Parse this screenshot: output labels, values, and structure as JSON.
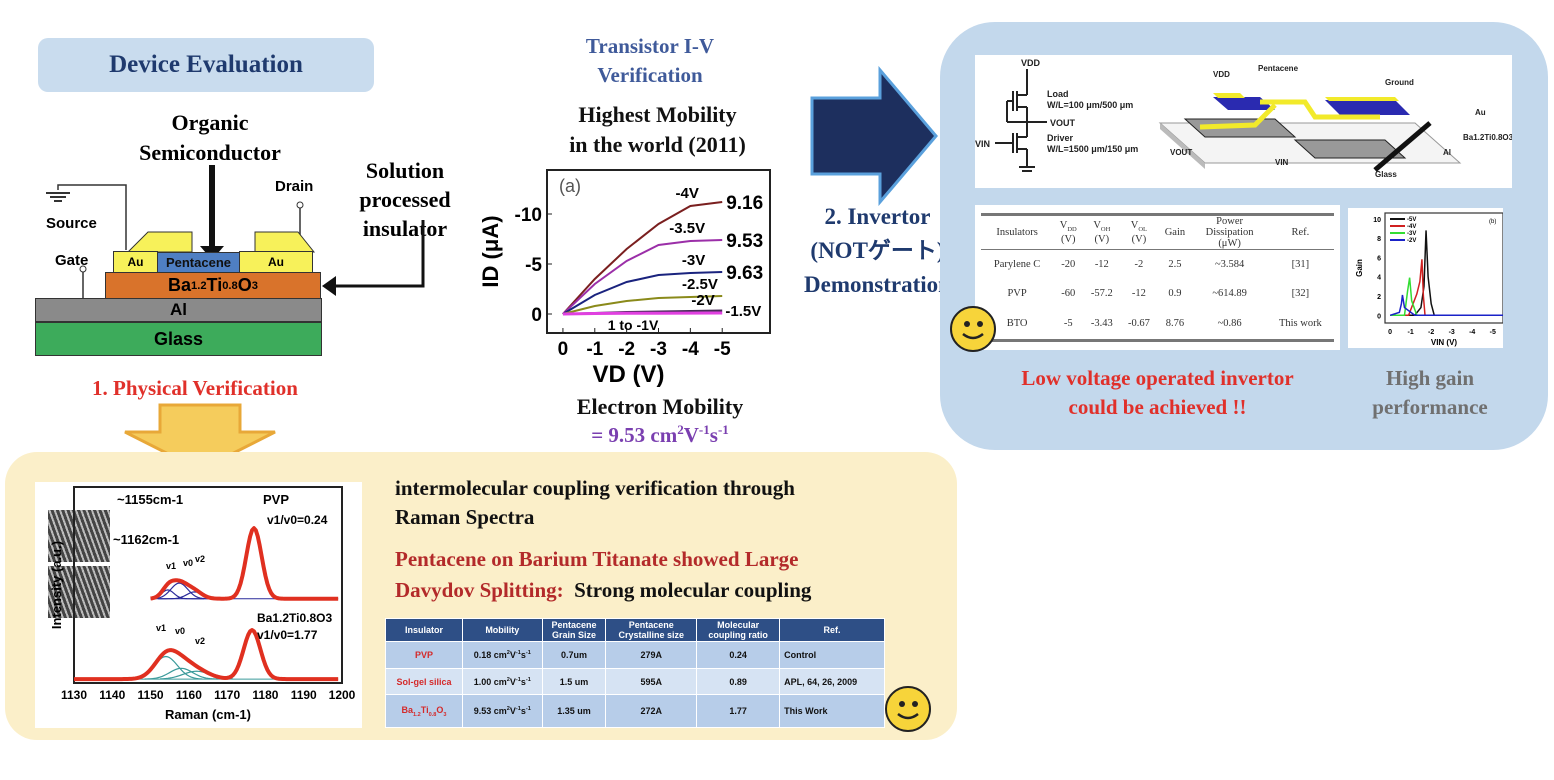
{
  "device_evaluation": {
    "title": "Device Evaluation",
    "organic_semiconductor": [
      "Organic",
      "Semiconductor"
    ],
    "solution_insulator": [
      "Solution",
      "processed",
      "insulator"
    ],
    "layers": {
      "source": "Source",
      "drain": "Drain",
      "gate": "Gate",
      "au": "Au",
      "pentacene": "Pentacene",
      "insulator": [
        {
          "t": "Ba"
        },
        {
          "t": "1.2",
          "s": "sub"
        },
        {
          "t": "Ti"
        },
        {
          "t": "0.8",
          "s": "sub"
        },
        {
          "t": "O"
        },
        {
          "t": "3",
          "s": "sub"
        }
      ],
      "al": "Al",
      "glass": "Glass"
    },
    "step1": "1. Physical Verification"
  },
  "transistor": {
    "title": [
      "Transistor I-V",
      "Verification"
    ],
    "highest": [
      "Highest Mobility",
      "in the world (2011)"
    ],
    "electron_mobility": "Electron Mobility",
    "mobility_value": [
      {
        "t": "= 9.53 cm"
      },
      {
        "t": "2",
        "s": "sup"
      },
      {
        "t": "V"
      },
      {
        "t": "-1",
        "s": "sup"
      },
      {
        "t": "s"
      },
      {
        "t": "-1",
        "s": "sup"
      }
    ]
  },
  "invertor": {
    "title": [
      "2. Invertor",
      "(NOTゲート)",
      "Demonstration"
    ],
    "circuit": {
      "vdd": "VDD",
      "vout": "VOUT",
      "vin": "VIN",
      "load": "Load",
      "load_wl": "W/L=100 μm/500 μm",
      "driver": "Driver",
      "driver_wl": "W/L=1500 μm/150 μm",
      "pentacene": "Pentacene",
      "ground": "Ground",
      "au": "Au",
      "bto": "Ba1.2Ti0.8O3",
      "al": "Al",
      "glass": "Glass"
    },
    "table": {
      "headers": [
        [
          {
            "t": "Insulators"
          }
        ],
        [
          {
            "t": "V"
          },
          {
            "t": "DD",
            "s": "sub"
          },
          {
            "t": "\n(V)"
          }
        ],
        [
          {
            "t": "V"
          },
          {
            "t": "OH",
            "s": "sub"
          },
          {
            "t": "\n(V)"
          }
        ],
        [
          {
            "t": "V"
          },
          {
            "t": "OL",
            "s": "sub"
          },
          {
            "t": "\n(V)"
          }
        ],
        [
          {
            "t": "Gain"
          }
        ],
        [
          {
            "t": "Power\nDissipation\n(μW)"
          }
        ],
        [
          {
            "t": "Ref."
          }
        ]
      ],
      "rows": [
        [
          "Parylene C",
          "-20",
          "-12",
          "-2",
          "2.5",
          "~3.584",
          "[31]"
        ],
        [
          "PVP",
          "-60",
          "-57.2",
          "-12",
          "0.9",
          "~614.89",
          "[32]"
        ],
        [
          "BTO",
          "-5",
          "-3.43",
          "-0.67",
          "8.76",
          "~0.86",
          "This work"
        ]
      ]
    },
    "low_voltage": [
      "Low voltage operated invertor",
      "could be achieved !!"
    ],
    "high_gain": [
      "High gain",
      "performance"
    ]
  },
  "raman_section": {
    "heading": [
      "intermolecular coupling verification through",
      "Raman Spectra"
    ],
    "finding_red": [
      "Pentacene on Barium Titanate showed Large",
      "Davydov Splitting:"
    ],
    "finding_black": "Strong molecular coupling",
    "table": {
      "headers": [
        "Insulator",
        "Mobility",
        "Pentacene\nGrain Size",
        "Pentacene\nCrystalline size",
        "Molecular\ncoupling ratio",
        "Ref."
      ],
      "rows": [
        [
          [
            {
              "t": "PVP"
            }
          ],
          [
            {
              "t": "0.18 cm"
            },
            {
              "t": "2",
              "s": "sup"
            },
            {
              "t": "V"
            },
            {
              "t": "-1",
              "s": "sup"
            },
            {
              "t": "s"
            },
            {
              "t": "-1",
              "s": "sup"
            }
          ],
          "0.7um",
          "279A",
          "0.24",
          "Control"
        ],
        [
          [
            {
              "t": "Sol-gel silica"
            }
          ],
          [
            {
              "t": "1.00 cm"
            },
            {
              "t": "2",
              "s": "sup"
            },
            {
              "t": "V"
            },
            {
              "t": "-1",
              "s": "sup"
            },
            {
              "t": "s"
            },
            {
              "t": "-1",
              "s": "sup"
            }
          ],
          "1.5 um",
          "595A",
          "0.89",
          "APL, 64, 26, 2009"
        ],
        [
          [
            {
              "t": "Ba"
            },
            {
              "t": "1.2",
              "s": "sub"
            },
            {
              "t": "Ti"
            },
            {
              "t": "0.8",
              "s": "sub"
            },
            {
              "t": "O"
            },
            {
              "t": "3",
              "s": "sub"
            }
          ],
          [
            {
              "t": "9.53 cm"
            },
            {
              "t": "2",
              "s": "sup"
            },
            {
              "t": "V"
            },
            {
              "t": "-1",
              "s": "sup"
            },
            {
              "t": "s"
            },
            {
              "t": "-1",
              "s": "sup"
            }
          ],
          "1.35 um",
          "272A",
          "1.77",
          "This Work"
        ]
      ]
    }
  },
  "colors": {
    "navy": "#1f3a6e",
    "red": "#e0302a",
    "dark_red": "#b32a2a",
    "purple": "#7a3fb0",
    "panel_blue": "#c3d8ec",
    "panel_yellow": "#fbefc9"
  },
  "chart_data": [
    {
      "type": "line",
      "id": "iv",
      "title": "(a)",
      "xlabel": "VD (V)",
      "ylabel": "ID (μA)",
      "xlim": [
        0.5,
        -6.5
      ],
      "ylim": [
        1.9,
        -14.4
      ],
      "xticks": [
        "0",
        "-1",
        "-2",
        "-3",
        "-4",
        "-5"
      ],
      "xtick_values": [
        0,
        -1,
        -2,
        -3,
        -4,
        -5
      ],
      "yticks": [
        "-10",
        "-5",
        "0"
      ],
      "ytick_values": [
        -10,
        -5,
        0
      ],
      "series": [
        {
          "name": "-4V",
          "mobility": "9.16",
          "color": "#7a1f1f",
          "x": [
            0,
            -1,
            -2,
            -3,
            -4,
            -5
          ],
          "y": [
            0,
            -3.5,
            -6.5,
            -9,
            -10.8,
            -11.2
          ]
        },
        {
          "name": "-3.5V",
          "mobility": "9.53",
          "color": "#9b2fa8",
          "x": [
            0,
            -1,
            -2,
            -3,
            -4,
            -5
          ],
          "y": [
            0,
            -3,
            -5.3,
            -6.9,
            -7.3,
            -7.4
          ]
        },
        {
          "name": "-3V",
          "mobility": "9.63",
          "color": "#1a237e",
          "x": [
            0,
            -1,
            -2,
            -3,
            -4,
            -5
          ],
          "y": [
            0,
            -1.9,
            -3.2,
            -3.9,
            -4.1,
            -4.2
          ]
        },
        {
          "name": "-2.5V",
          "color": "#8a8a1a",
          "x": [
            0,
            -1,
            -2,
            -3,
            -4,
            -5
          ],
          "y": [
            0,
            -0.8,
            -1.3,
            -1.6,
            -1.7,
            -1.8
          ]
        },
        {
          "name": "-2V",
          "color": "#4a2a5a",
          "x": [
            0,
            -1,
            -2,
            -3,
            -4,
            -5
          ],
          "y": [
            0,
            -0.1,
            -0.2,
            -0.25,
            -0.3,
            -0.35
          ]
        },
        {
          "name": "-1.5V",
          "color": "#e040e0",
          "x": [
            0,
            -1,
            -2,
            -3,
            -4,
            -5
          ],
          "y": [
            0,
            -0.05,
            -0.07,
            -0.08,
            -0.09,
            -0.1
          ]
        }
      ],
      "annotation": "1 to -1V"
    },
    {
      "type": "line",
      "id": "gain",
      "xlabel": "VIN (V)",
      "ylabel": "Gain",
      "title": "(b)",
      "xlim": [
        0.25,
        -5.5
      ],
      "ylim": [
        -0.8,
        10.6
      ],
      "xticks": [
        "0",
        "-1",
        "-2",
        "-3",
        "-4",
        "-5"
      ],
      "xtick_values": [
        0,
        -1,
        -2,
        -3,
        -4,
        -5
      ],
      "yticks": [
        "0",
        "2",
        "4",
        "6",
        "8",
        "10"
      ],
      "ytick_values": [
        0,
        2,
        4,
        6,
        8,
        10
      ],
      "series": [
        {
          "name": "-5V",
          "color": "#111111",
          "x": [
            0,
            -1.2,
            -1.5,
            -1.65,
            -1.75,
            -1.85,
            -2.0,
            -2.15,
            -5.5
          ],
          "y": [
            0,
            0,
            0.8,
            3,
            8.8,
            4,
            1.2,
            0,
            0
          ]
        },
        {
          "name": "-4V",
          "color": "#d02020",
          "x": [
            0,
            -0.9,
            -1.3,
            -1.45,
            -1.55,
            -1.62,
            -1.7,
            -5.5
          ],
          "y": [
            0,
            0,
            2.2,
            3.5,
            5.8,
            2,
            0,
            0
          ]
        },
        {
          "name": "-3V",
          "color": "#33dd33",
          "x": [
            0,
            -0.7,
            -0.85,
            -0.95,
            -1.05,
            -1.3,
            -5.5
          ],
          "y": [
            0,
            0,
            2.5,
            3.9,
            1.5,
            0,
            0
          ]
        },
        {
          "name": "-2V",
          "color": "#1a22c8",
          "x": [
            0,
            -0.45,
            -0.55,
            -0.6,
            -0.7,
            -1.2,
            -5.5
          ],
          "y": [
            0,
            0.3,
            1.2,
            2.1,
            0.8,
            0,
            0
          ]
        }
      ]
    },
    {
      "type": "line",
      "id": "raman",
      "xlabel": "Raman (cm-1)",
      "ylabel": "Intensity (a.u.)",
      "xlim": [
        1130,
        1200
      ],
      "ylim": [
        0,
        10
      ],
      "xticks": [
        "1130",
        "1140",
        "1150",
        "1160",
        "1170",
        "1180",
        "1190",
        "1200"
      ],
      "xtick_values": [
        1130,
        1140,
        1150,
        1160,
        1170,
        1180,
        1190,
        1200
      ],
      "annotations": [
        "~1155cm-1",
        "~1162cm-1",
        "PVP",
        "v1/v0=0.24",
        "Ba1.2Ti0.8O3",
        "v1/v0=1.77",
        "v1",
        "v0",
        "v2"
      ],
      "spectra": [
        {
          "name": "PVP",
          "offset": 4.3,
          "x_start": 1150,
          "color": "#e03020",
          "peaks": [
            [
              1154.5,
              0.45,
              1.6
            ],
            [
              1157.5,
              0.8,
              2.2
            ],
            [
              1161.5,
              0.35,
              2.0
            ],
            [
              1177,
              3.6,
              2.0
            ]
          ],
          "component_color": "#2a2a9a"
        },
        {
          "name": "Ba1.2Ti0.8O3",
          "offset": 0.2,
          "x_start": 1130,
          "color": "#e03020",
          "peaks": [
            [
              1154,
              1.15,
              3.0
            ],
            [
              1158,
              0.55,
              3.0
            ],
            [
              1162,
              0.4,
              3.5
            ],
            [
              1176.5,
              2.5,
              2.2
            ]
          ],
          "component_color": "#3a9a9a"
        }
      ]
    }
  ]
}
